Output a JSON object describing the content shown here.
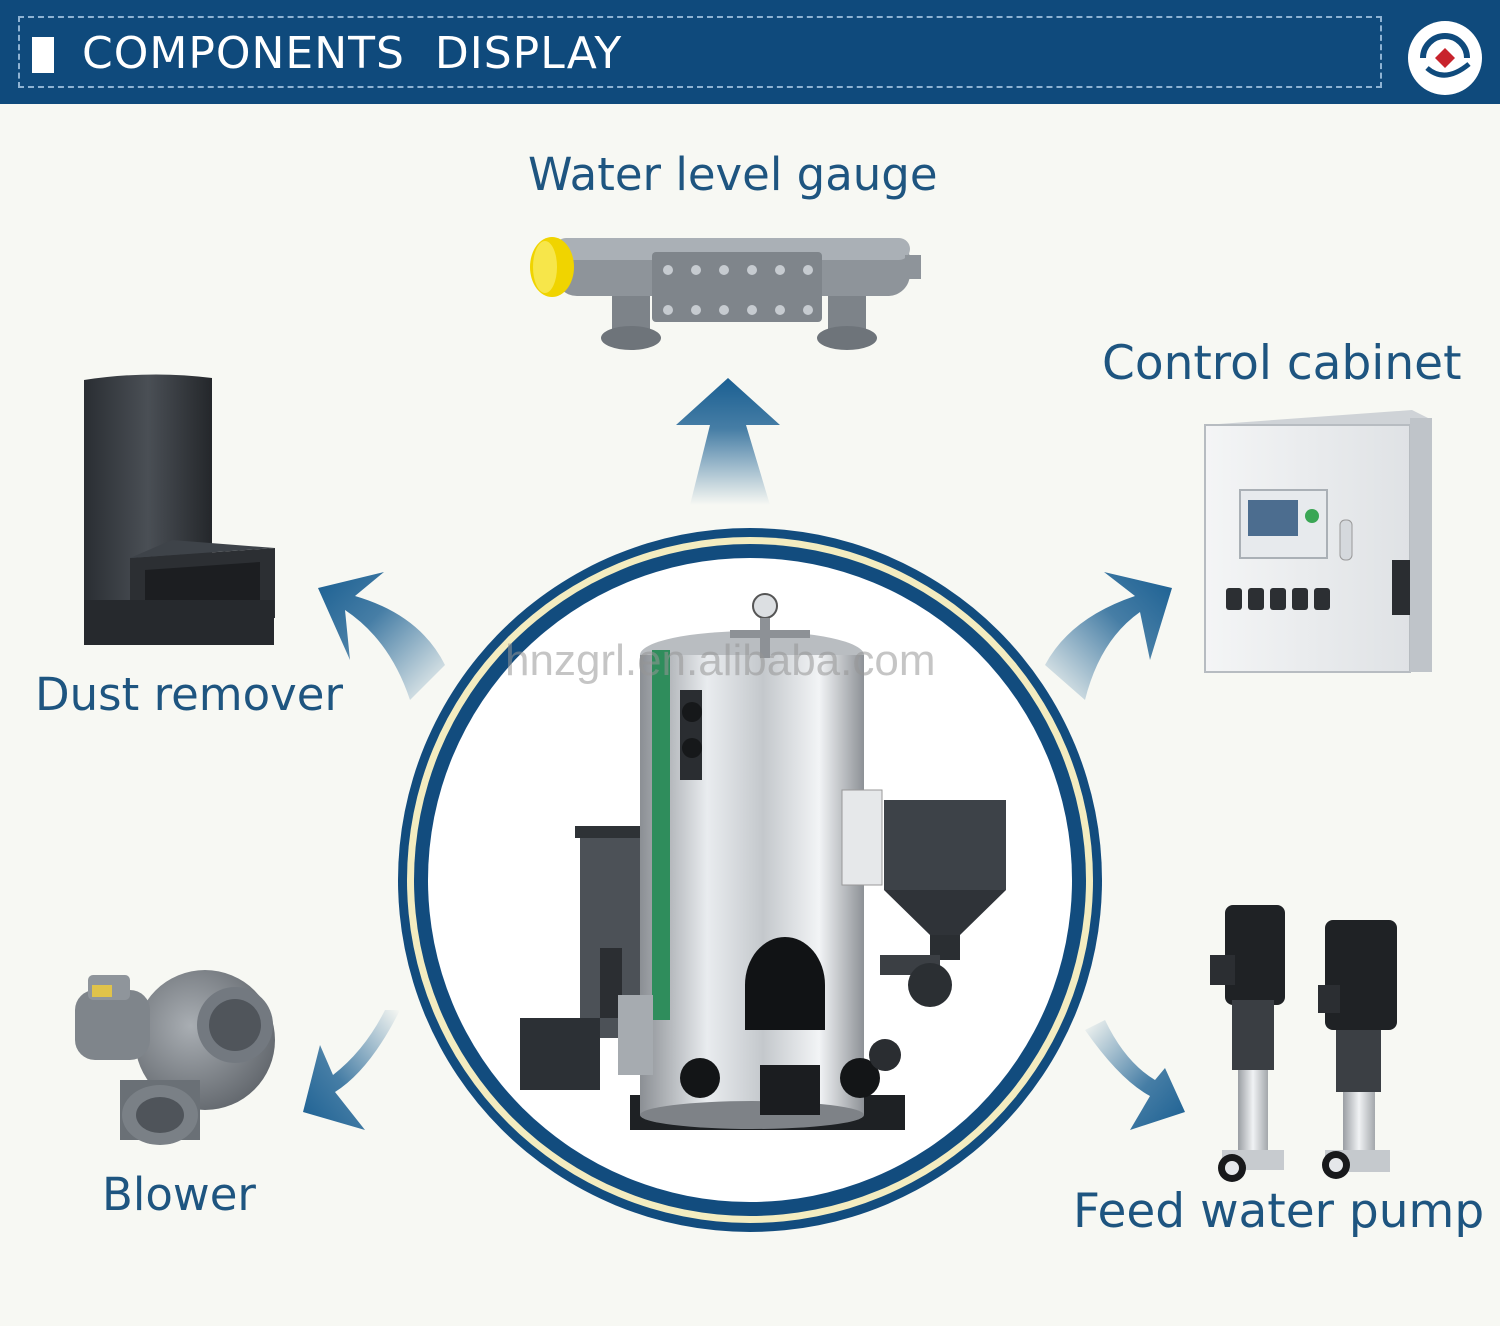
{
  "header": {
    "title": "COMPONENTS  DISPLAY",
    "background_color": "#0f4a7c",
    "logo_icon": "brand-logo-icon"
  },
  "components": {
    "center": {
      "name": "steam-boiler-image"
    },
    "water_level_gauge": {
      "label": "Water level gauge",
      "icon": "water-level-gauge-image"
    },
    "control_cabinet": {
      "label": "Control cabinet",
      "icon": "control-cabinet-image"
    },
    "dust_remover": {
      "label": "Dust remover",
      "icon": "dust-remover-image"
    },
    "blower": {
      "label": "Blower",
      "icon": "blower-image"
    },
    "feed_water_pump": {
      "label": "Feed water pump",
      "icon": "feed-water-pump-image"
    }
  },
  "watermark": "hnzgrl.en.alibaba.com",
  "colors": {
    "label_text": "#1e5580",
    "ring_outer": "#124c7e",
    "ring_inner": "#f3ecc0",
    "arrow": "#1a5f92"
  }
}
